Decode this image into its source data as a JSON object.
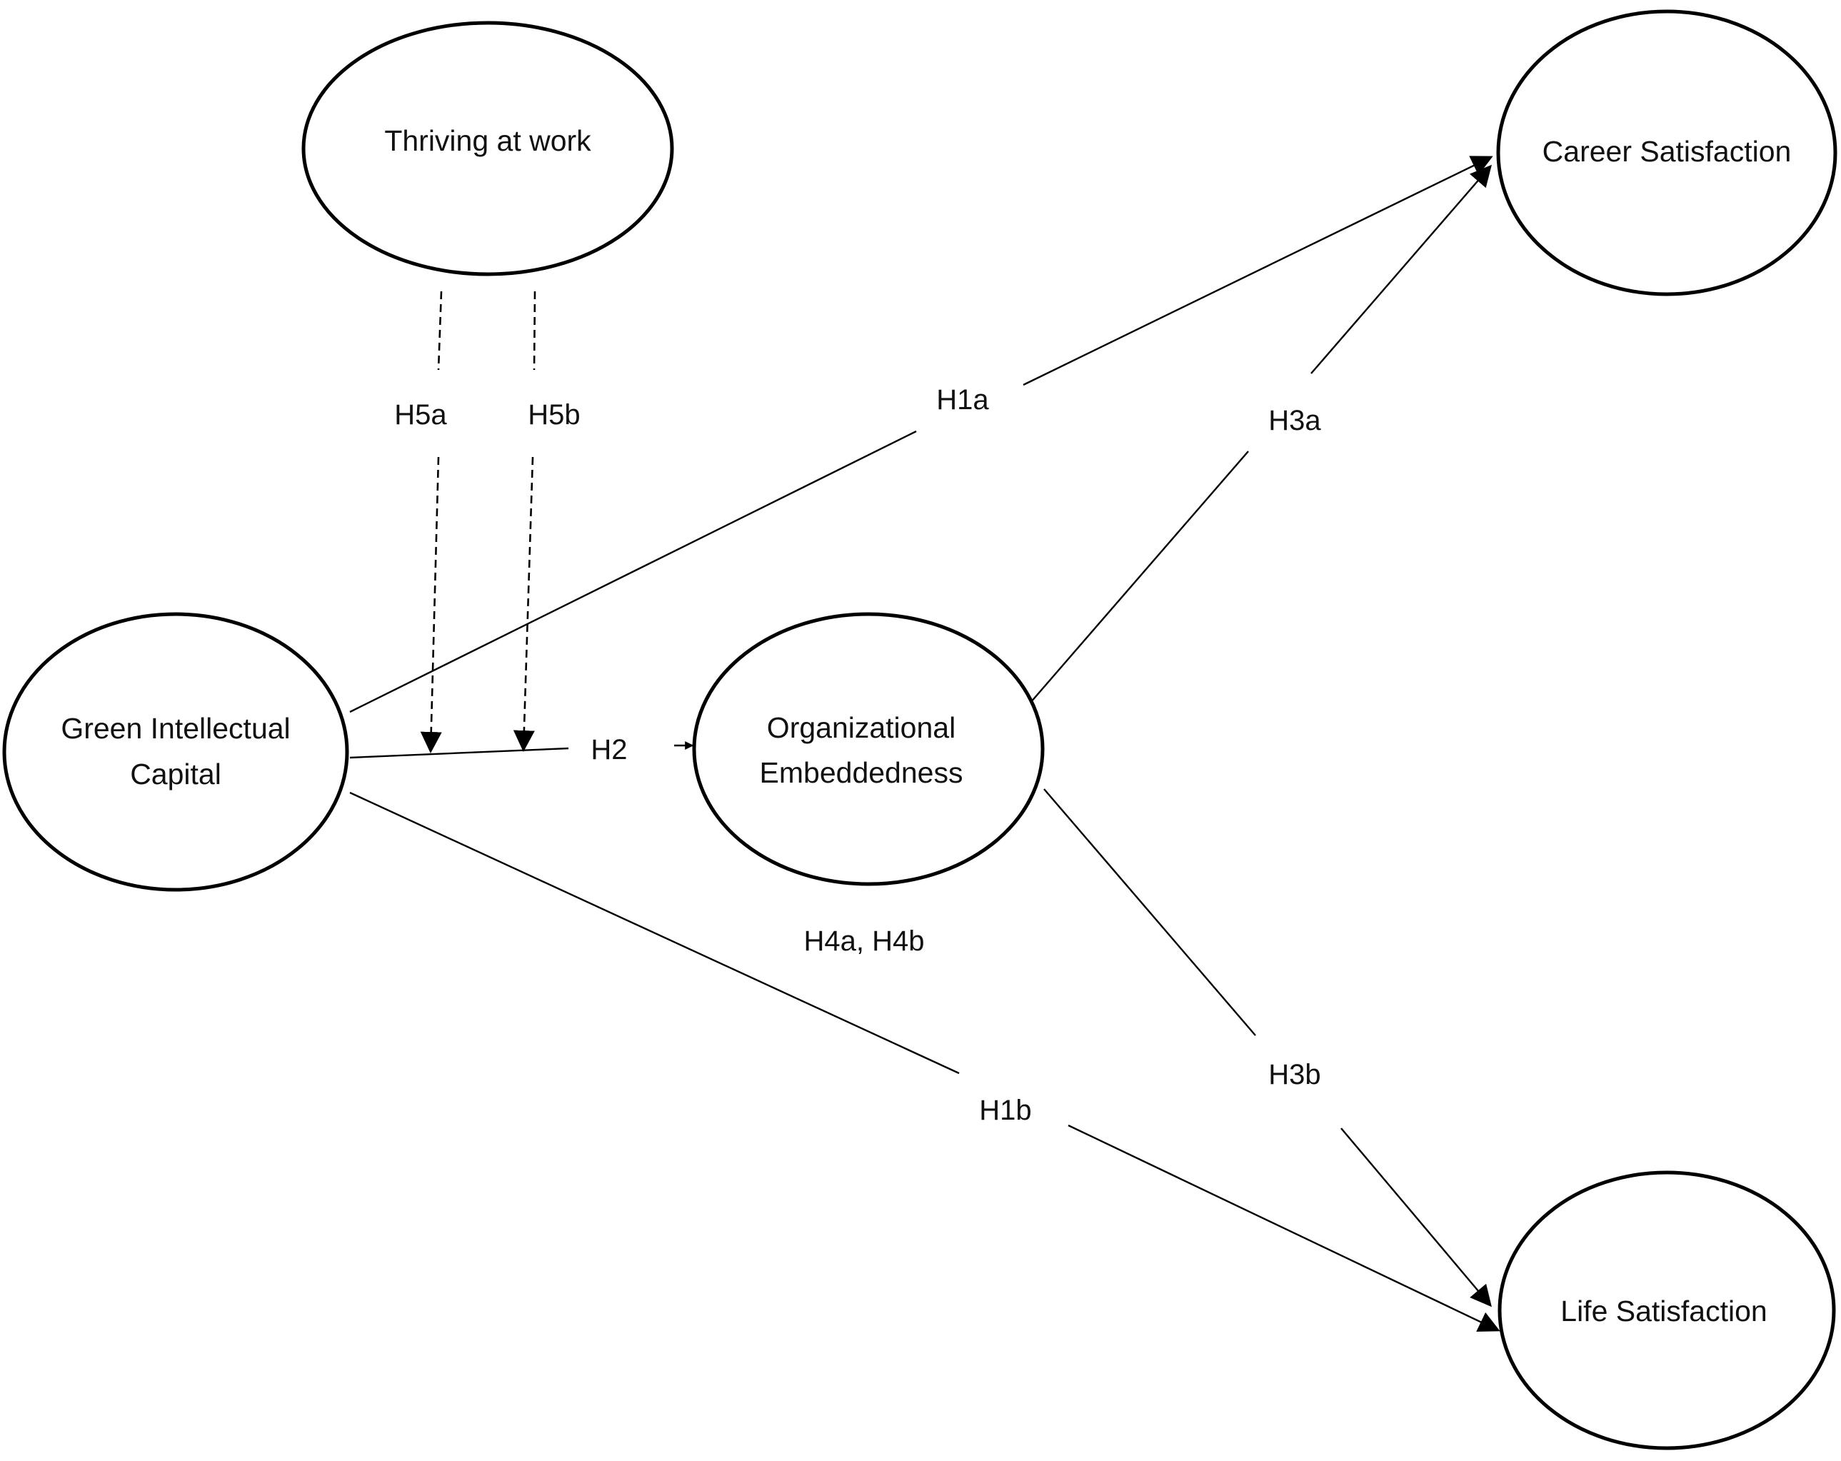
{
  "nodes": {
    "thriving": {
      "label": "Thriving at work"
    },
    "career": {
      "label": "Career Satisfaction"
    },
    "green": {
      "label_line1": "Green Intellectual",
      "label_line2": "Capital"
    },
    "org": {
      "label_line1": "Organizational",
      "label_line2": "Embeddedness"
    },
    "life": {
      "label": "Life Satisfaction"
    }
  },
  "edges": {
    "h1a": {
      "label": "H1a"
    },
    "h1b": {
      "label": "H1b"
    },
    "h2": {
      "label": "H2"
    },
    "h3a": {
      "label": "H3a"
    },
    "h3b": {
      "label": "H3b"
    },
    "h4": {
      "label": "H4a, H4b"
    },
    "h5a": {
      "label": "H5a"
    },
    "h5b": {
      "label": "H5b"
    }
  },
  "style": {
    "stroke_color": "#000000",
    "background": "#ffffff"
  }
}
